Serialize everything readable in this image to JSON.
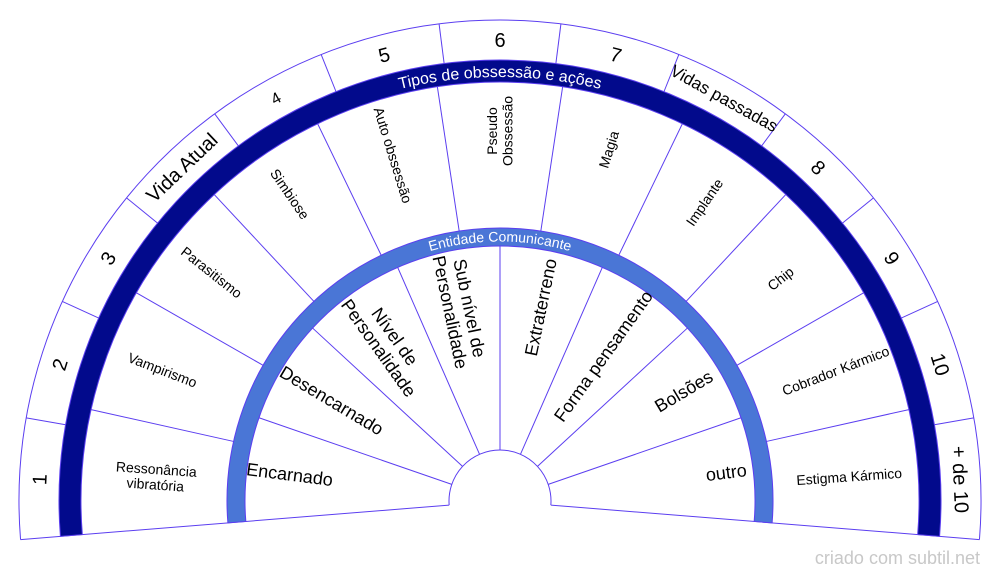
{
  "outer_ring": [
    [
      "1"
    ],
    [
      "2"
    ],
    [
      "3"
    ],
    [
      "Vida Atual"
    ],
    [
      "4"
    ],
    [
      "5"
    ],
    [
      "6"
    ],
    [
      "7"
    ],
    [
      "Vidas passadas"
    ],
    [
      "8"
    ],
    [
      "9"
    ],
    [
      "10"
    ],
    [
      "+ de 10"
    ]
  ],
  "outer_band_title": "Tipos de obssessão e ações",
  "middle_ring": [
    [
      "Ressonância",
      "vibratória"
    ],
    [
      "Vampirismo"
    ],
    [
      "Parasitismo"
    ],
    [
      "Simbiose"
    ],
    [
      "Auto obssessão"
    ],
    [
      "Pseudo",
      "Obssessão"
    ],
    [
      "Magia"
    ],
    [
      "Implante"
    ],
    [
      "Chip"
    ],
    [
      "Cobrador Kármico"
    ],
    [
      "Estigma Kármico"
    ]
  ],
  "inner_band_title": "Entidade Comunicante",
  "inner_ring": [
    [
      "Encarnado"
    ],
    [
      "Desencarnado"
    ],
    [
      "Nível de",
      "Personalidade"
    ],
    [
      "Sub nível de",
      "Personalidade"
    ],
    [
      "Extraterreno"
    ],
    [
      "Forma pensamento"
    ],
    [
      "Bolsões"
    ],
    [
      "outro"
    ]
  ],
  "watermark": "criado com subtil.net",
  "colors": {
    "outer_band": "#020a8c",
    "inner_band": "#4a76d6",
    "lines": "#5b3ef0"
  }
}
